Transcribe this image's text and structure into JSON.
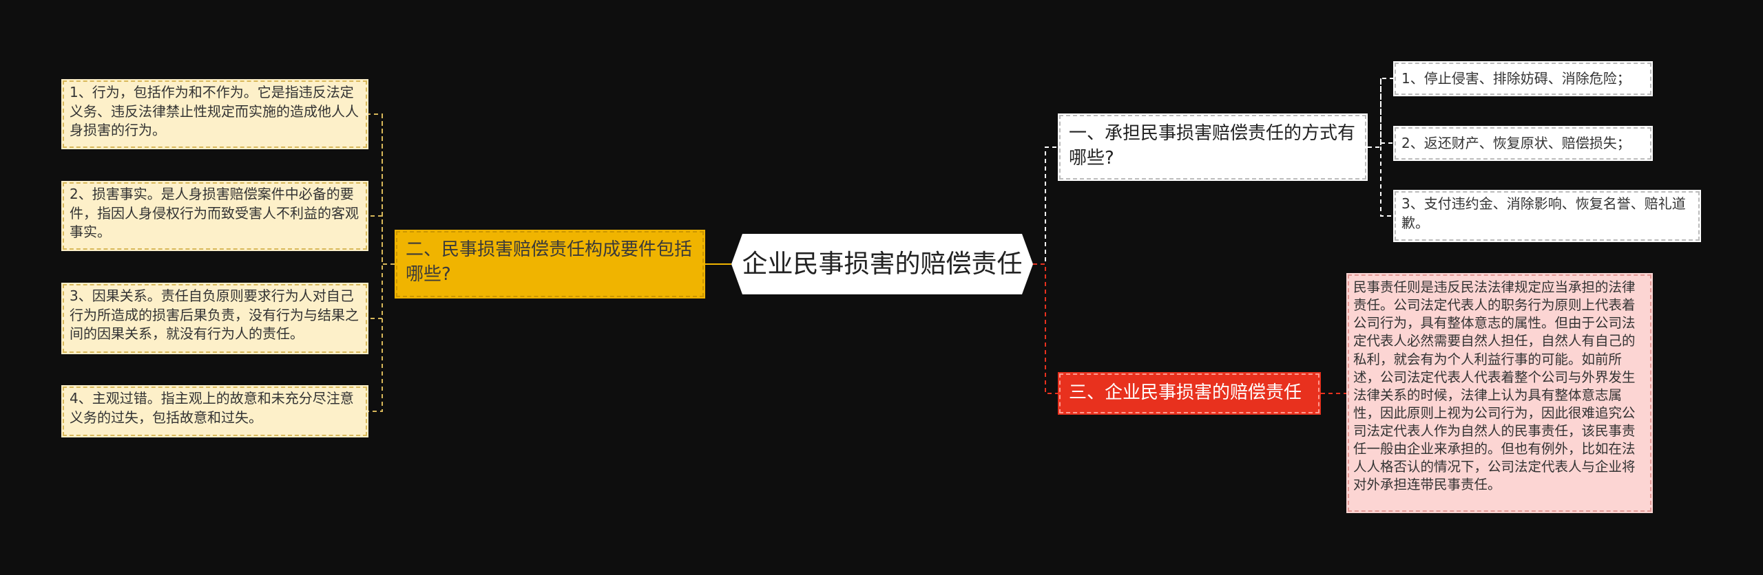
{
  "center": {
    "title": "企业民事损害的赔偿责任"
  },
  "branch_one": {
    "title": "一、承担民事损害赔偿责任的方式有哪些?",
    "children": [
      "1、停止侵害、排除妨碍、消除危险；",
      "2、返还财产、恢复原状、赔偿损失；",
      "3、支付违约金、消除影响、恢复名誉、赔礼道歉。"
    ]
  },
  "branch_two": {
    "title": "二、民事损害赔偿责任构成要件包括哪些?",
    "children": [
      "1、行为，包括作为和不作为。它是指违反法定义务、违反法律禁止性规定而实施的造成他人人身损害的行为。",
      "2、损害事实。是人身损害赔偿案件中必备的要件，指因人身侵权行为而致受害人不利益的客观事实。",
      "3、因果关系。责任自负原则要求行为人对自己行为所造成的损害后果负责，没有行为与结果之间的因果关系，就没有行为人的责任。",
      "4、主观过错。指主观上的故意和未充分尽注意义务的过失，包括故意和过失。"
    ]
  },
  "branch_three": {
    "title": "三、企业民事损害的赔偿责任",
    "children": [
      "民事责任则是违反民法法律规定应当承担的法律责任。公司法定代表人的职务行为原则上代表着公司行为，具有整体意志的属性。但由于公司法定代表人必然需要自然人担任，自然人有自己的私利，就会有为个人利益行事的可能。如前所述，公司法定代表人代表着整个公司与外界发生法律关系的时候，法律上认为具有整体意志属性，因此原则上视为公司行为，因此很难追究公司法定代表人作为自然人的民事责任，该民事责任一般由企业来承担的。但也有例外，比如在法人人格否认的情况下，公司法定代表人与企业将对外承担连带民事责任。"
    ]
  },
  "colors": {
    "background": "#0e0e0e",
    "branch_one": "#ffffff",
    "branch_two": "#f0b400",
    "branch_three": "#e8311e",
    "leaf_two": "#fdf0c9",
    "leaf_three": "#fcd5d3"
  }
}
